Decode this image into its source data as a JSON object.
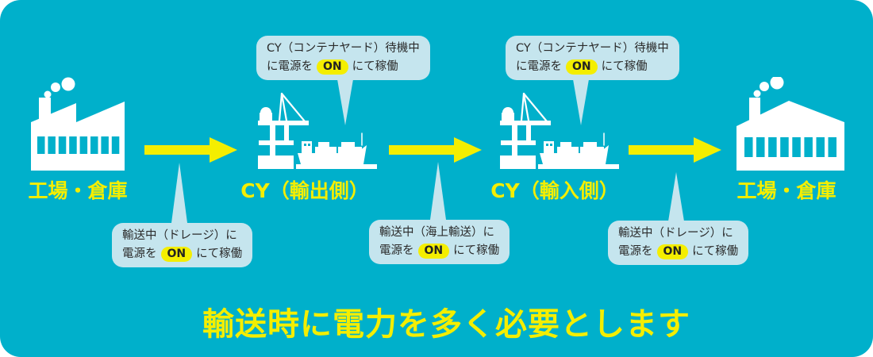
{
  "colors": {
    "page_bg": "#ffffff",
    "panel_bg": "#00b0cb",
    "accent_yellow": "#f4ee00",
    "bubble_bg": "#c5e5ee",
    "bubble_text": "#2b2b2b",
    "icon_white": "#ffffff"
  },
  "stages": [
    {
      "label": "工場・倉庫",
      "icon": "factory-icon"
    },
    {
      "label": "CY（輸出側）",
      "icon": "port-crane-ship-icon"
    },
    {
      "label": "CY（輸入側）",
      "icon": "port-crane-ship-icon"
    },
    {
      "label": "工場・倉庫",
      "icon": "warehouse-icon"
    }
  ],
  "top_bubbles": [
    {
      "line1": "CY（コンテナヤード）待機中",
      "line2_prefix": "に電源を",
      "on_label": "ON",
      "line2_suffix": "にて稼働"
    },
    {
      "line1": "CY（コンテナヤード）待機中",
      "line2_prefix": "に電源を",
      "on_label": "ON",
      "line2_suffix": "にて稼働"
    }
  ],
  "bottom_bubbles": [
    {
      "line1": "輸送中（ドレージ）に",
      "line2_prefix": "電源を",
      "on_label": "ON",
      "line2_suffix": "にて稼働"
    },
    {
      "line1": "輸送中（海上輸送）に",
      "line2_prefix": "電源を",
      "on_label": "ON",
      "line2_suffix": "にて稼働"
    },
    {
      "line1": "輸送中（ドレージ）に",
      "line2_prefix": "電源を",
      "on_label": "ON",
      "line2_suffix": "にて稼働"
    }
  ],
  "footer": {
    "headline": "輸送時に電力を多く必要とします"
  }
}
